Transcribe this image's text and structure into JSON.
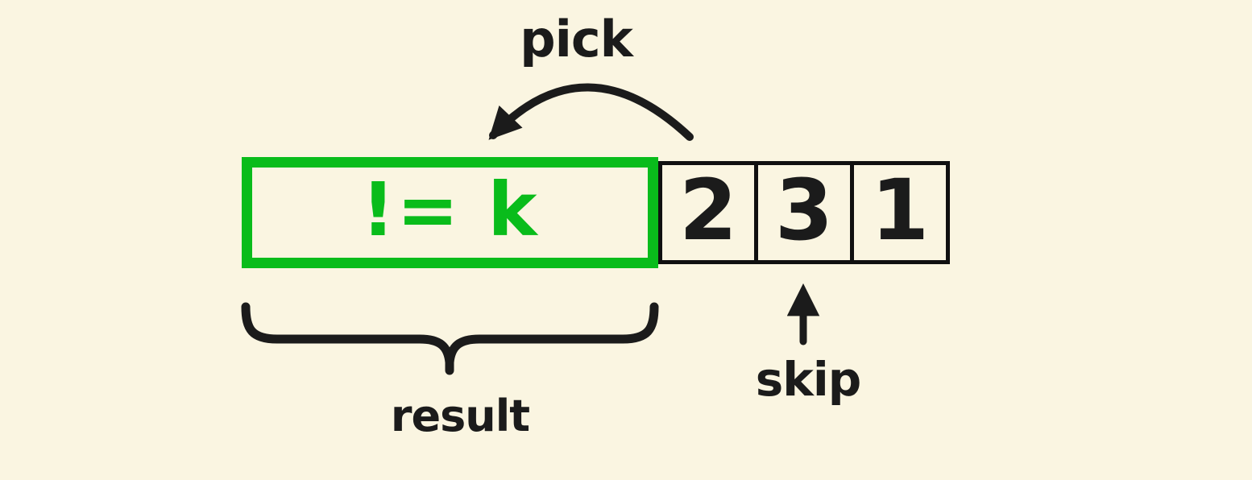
{
  "diagram": {
    "labels": {
      "pick": "pick",
      "skip": "skip",
      "result": "result"
    },
    "result_box": {
      "label": "!= k"
    },
    "array_cells": [
      "2",
      "3",
      "1"
    ],
    "colors": {
      "background": "#FAF5E1",
      "ink": "#1B1B1B",
      "green": "#09BC1B"
    }
  }
}
